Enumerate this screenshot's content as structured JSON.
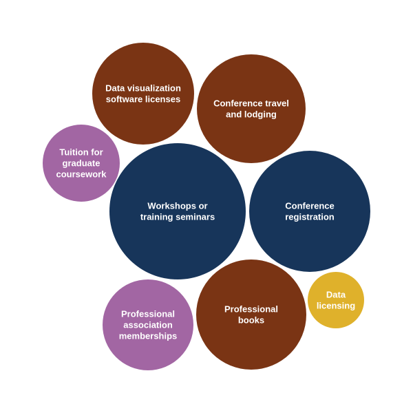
{
  "chart_data": {
    "type": "bubble",
    "colors": {
      "navy": "#17355a",
      "brown": "#7a3414",
      "purple": "#a266a3",
      "gold": "#dfb12b"
    },
    "items": [
      {
        "label": "Workshops or training seminars",
        "lines": [
          "Workshops or",
          "training seminars"
        ],
        "color": "navy"
      },
      {
        "label": "Conference registration",
        "lines": [
          "Conference",
          "registration"
        ],
        "color": "navy"
      },
      {
        "label": "Professional books",
        "lines": [
          "Professional",
          "books"
        ],
        "color": "brown"
      },
      {
        "label": "Conference travel and lodging",
        "lines": [
          "Conference travel",
          "and lodging"
        ],
        "color": "brown"
      },
      {
        "label": "Data visualization software licenses",
        "lines": [
          "Data visualization",
          "software licenses"
        ],
        "color": "brown"
      },
      {
        "label": "Professional association memberships",
        "lines": [
          "Professional",
          "association",
          "memberships"
        ],
        "color": "purple"
      },
      {
        "label": "Tuition for graduate coursework",
        "lines": [
          "Tuition for",
          "graduate",
          "coursework"
        ],
        "color": "purple"
      },
      {
        "label": "Data licensing",
        "lines": [
          "Data",
          "licensing"
        ],
        "color": "gold"
      }
    ]
  }
}
